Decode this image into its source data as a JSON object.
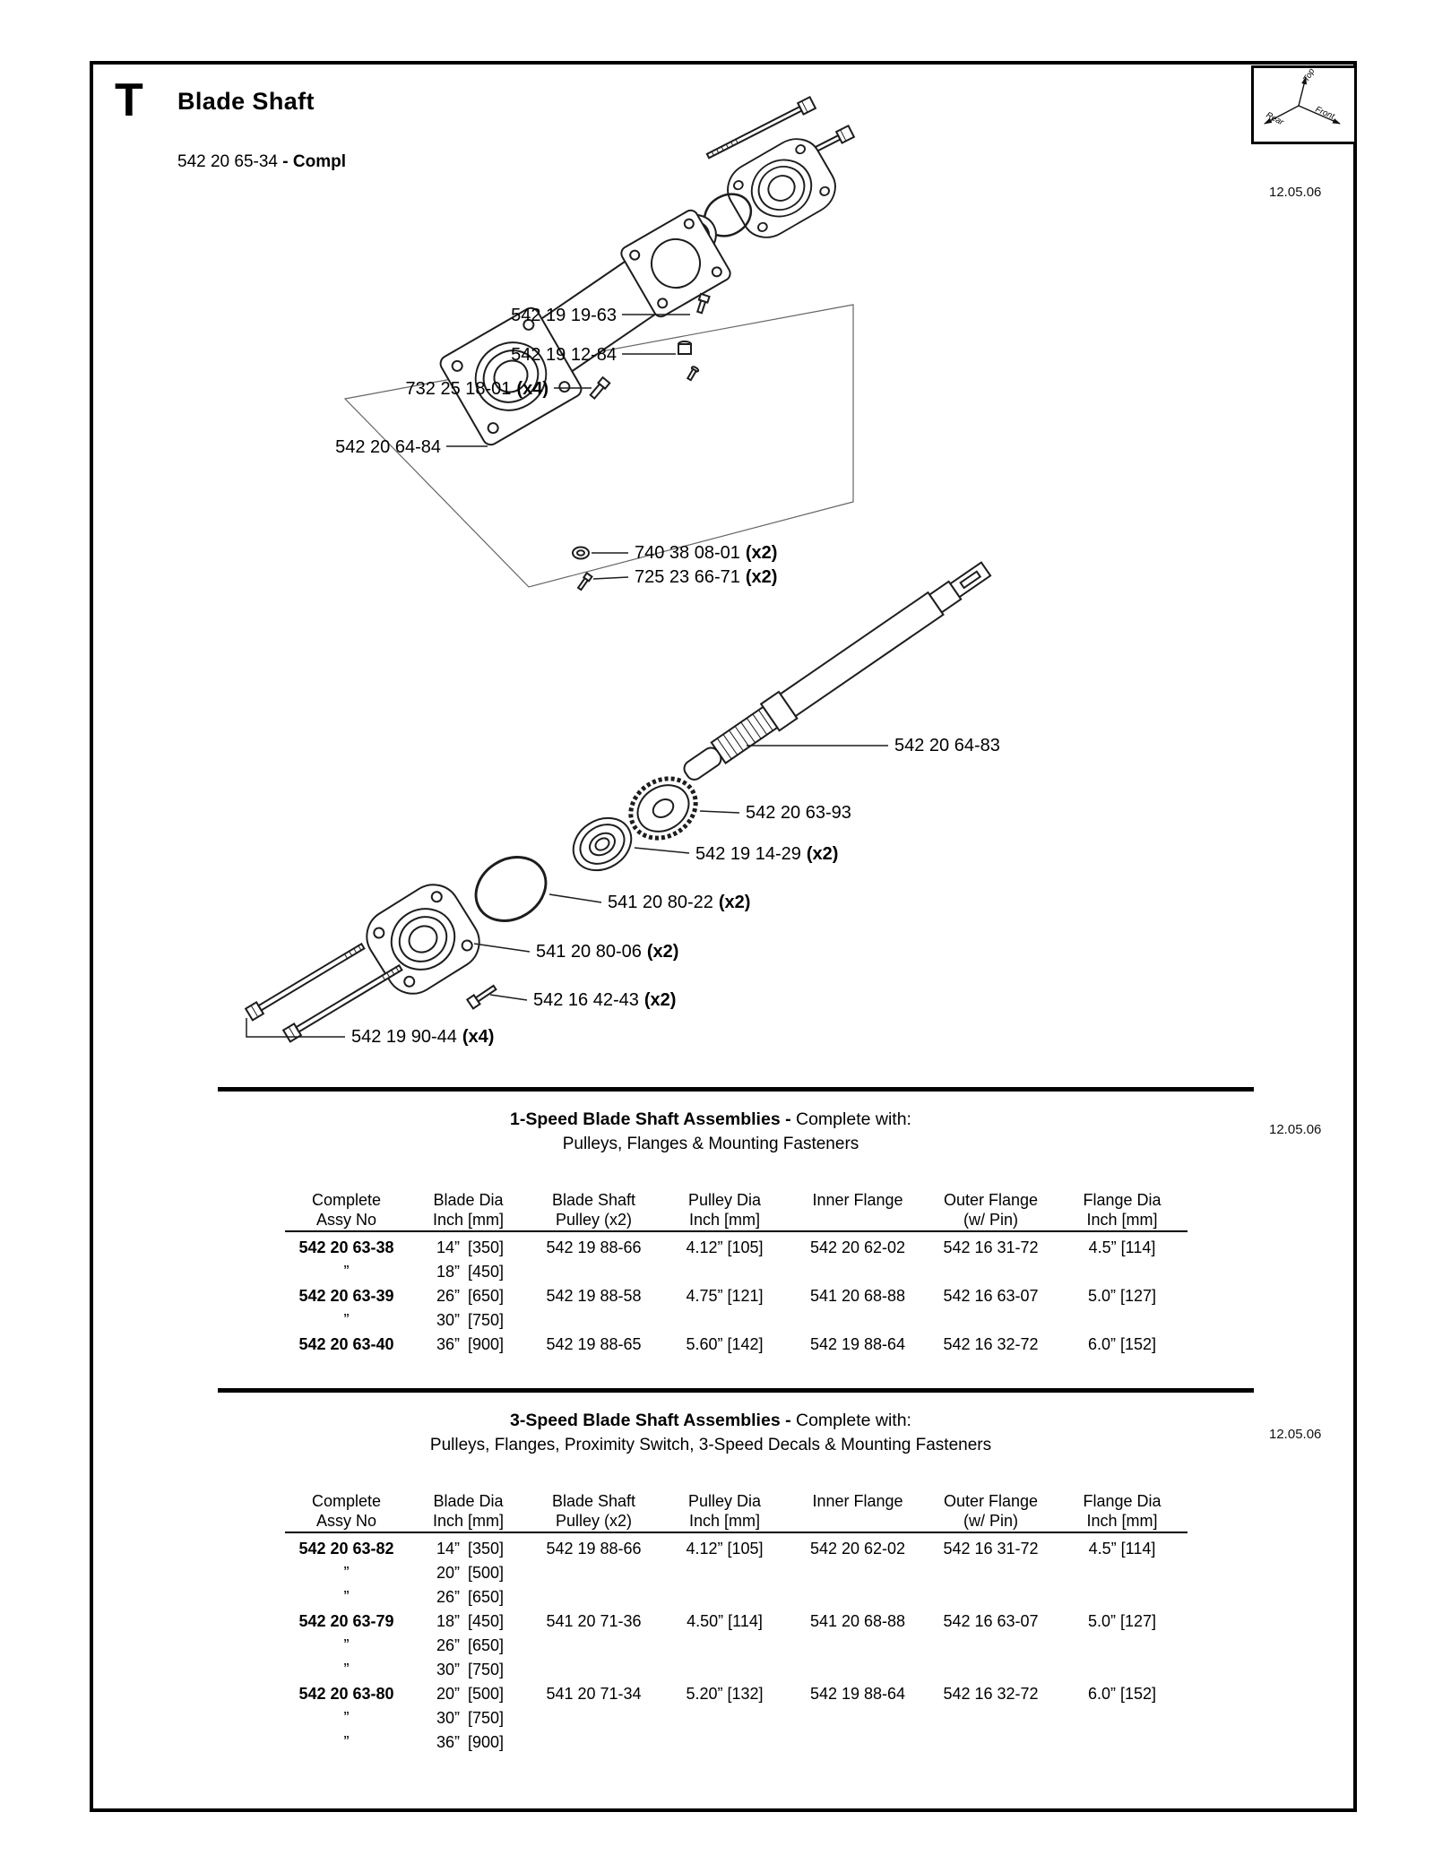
{
  "header": {
    "section_letter": "T",
    "title": "Blade Shaft",
    "assembly_no": "542 20 65-34",
    "assembly_suffix": "- Compl",
    "date": "12.05.06"
  },
  "orientation": {
    "top": "Top",
    "rear": "Rear",
    "front": "Front"
  },
  "diagram": {
    "callouts": [
      {
        "num": "542 19 19-63",
        "qty": ""
      },
      {
        "num": "542 19 12-84",
        "qty": ""
      },
      {
        "num": "732 25 18-01",
        "qty": "(x4)"
      },
      {
        "num": "542 20 64-84",
        "qty": ""
      },
      {
        "num": "740 38 08-01",
        "qty": "(x2)"
      },
      {
        "num": "725 23 66-71",
        "qty": "(x2)"
      },
      {
        "num": "542 20 64-83",
        "qty": ""
      },
      {
        "num": "542 20 63-93",
        "qty": ""
      },
      {
        "num": "542 19 14-29",
        "qty": "(x2)"
      },
      {
        "num": "541 20 80-22",
        "qty": "(x2)"
      },
      {
        "num": "541 20 80-06",
        "qty": "(x2)"
      },
      {
        "num": "542 16 42-43",
        "qty": "(x2)"
      },
      {
        "num": "542 19 90-44",
        "qty": "(x4)"
      }
    ]
  },
  "tables": [
    {
      "title_bold": "1-Speed Blade Shaft Assemblies -",
      "title_rest": "Complete with:",
      "subtitle": "Pulleys, Flanges & Mounting Fasteners",
      "date": "12.05.06",
      "headers": [
        [
          "Complete",
          "Assy No"
        ],
        [
          "Blade Dia",
          "Inch [mm]"
        ],
        [
          "Blade Shaft",
          "Pulley (x2)"
        ],
        [
          "Pulley Dia",
          "Inch [mm]"
        ],
        [
          "Inner Flange",
          ""
        ],
        [
          "Outer Flange",
          "(w/ Pin)"
        ],
        [
          "Flange Dia",
          "Inch [mm]"
        ]
      ],
      "rows": [
        {
          "assy": "542 20 63-38",
          "b": true,
          "in": "14”",
          "mm": "[350]",
          "pulley": "542 19 88-66",
          "pdia": "4.12” [105]",
          "inner": "542 20 62-02",
          "outer": "542 16 31-72",
          "fdia": "4.5” [114]"
        },
        {
          "assy": "”",
          "in": "18”",
          "mm": "[450]"
        },
        {
          "assy": "542 20 63-39",
          "b": true,
          "in": "26”",
          "mm": "[650]",
          "pulley": "542 19 88-58",
          "pdia": "4.75” [121]",
          "inner": "541 20 68-88",
          "outer": "542 16 63-07",
          "fdia": "5.0” [127]"
        },
        {
          "assy": "”",
          "in": "30”",
          "mm": "[750]"
        },
        {
          "assy": "542 20 63-40",
          "b": true,
          "in": "36”",
          "mm": "[900]",
          "pulley": "542 19 88-65",
          "pdia": "5.60” [142]",
          "inner": "542 19 88-64",
          "outer": "542 16 32-72",
          "fdia": "6.0” [152]"
        }
      ]
    },
    {
      "title_bold": "3-Speed Blade Shaft Assemblies -",
      "title_rest": "Complete with:",
      "subtitle": "Pulleys, Flanges, Proximity Switch, 3-Speed Decals & Mounting Fasteners",
      "date": "12.05.06",
      "headers": [
        [
          "Complete",
          "Assy No"
        ],
        [
          "Blade Dia",
          "Inch [mm]"
        ],
        [
          "Blade Shaft",
          "Pulley (x2)"
        ],
        [
          "Pulley Dia",
          "Inch [mm]"
        ],
        [
          "Inner Flange",
          ""
        ],
        [
          "Outer Flange",
          "(w/ Pin)"
        ],
        [
          "Flange Dia",
          "Inch [mm]"
        ]
      ],
      "rows": [
        {
          "assy": "542 20 63-82",
          "b": true,
          "in": "14”",
          "mm": "[350]",
          "pulley": "542 19 88-66",
          "pdia": "4.12” [105]",
          "inner": "542 20 62-02",
          "outer": "542 16 31-72",
          "fdia": "4.5” [114]"
        },
        {
          "assy": "”",
          "in": "20”",
          "mm": "[500]"
        },
        {
          "assy": "”",
          "in": "26”",
          "mm": "[650]"
        },
        {
          "assy": "542 20 63-79",
          "b": true,
          "in": "18”",
          "mm": "[450]",
          "pulley": "541 20 71-36",
          "pdia": "4.50” [114]",
          "inner": "541 20 68-88",
          "outer": "542 16 63-07",
          "fdia": "5.0” [127]"
        },
        {
          "assy": "”",
          "in": "26”",
          "mm": "[650]"
        },
        {
          "assy": "”",
          "in": "30”",
          "mm": "[750]"
        },
        {
          "assy": "542 20 63-80",
          "b": true,
          "in": "20”",
          "mm": "[500]",
          "pulley": "541 20 71-34",
          "pdia": "5.20” [132]",
          "inner": "542 19 88-64",
          "outer": "542 16 32-72",
          "fdia": "6.0” [152]"
        },
        {
          "assy": "”",
          "in": "30”",
          "mm": "[750]"
        },
        {
          "assy": "”",
          "in": "36”",
          "mm": "[900]"
        }
      ]
    }
  ]
}
